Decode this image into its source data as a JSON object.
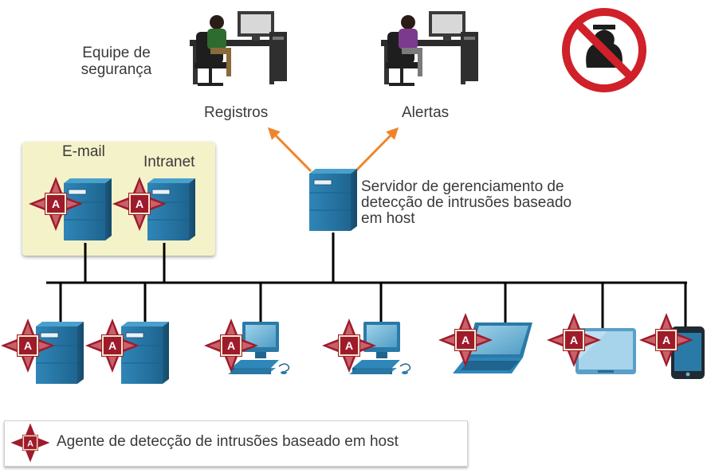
{
  "labels": {
    "team": "Equipe de segurança",
    "logs": "Registros",
    "alerts": "Alertas",
    "email": "E-mail",
    "intranet": "Intranet",
    "server": "Servidor de gerenciamento de detecção de intrusões baseado em host",
    "legend": "Agente de detecção de intrusões baseado em host",
    "agent_letter": "A"
  },
  "colors": {
    "server_blue": "#2a7aa8",
    "agent_red": "#9e1b2b",
    "arrow_orange": "#f0842a",
    "group_fill": "#f4f2c8",
    "network_line": "#000000"
  },
  "icons": [
    "workstation-person-icon",
    "no-hacker-icon",
    "server-icon",
    "desktop-computer-icon",
    "laptop-icon",
    "tablet-icon",
    "smartphone-icon",
    "agent-icon"
  ]
}
